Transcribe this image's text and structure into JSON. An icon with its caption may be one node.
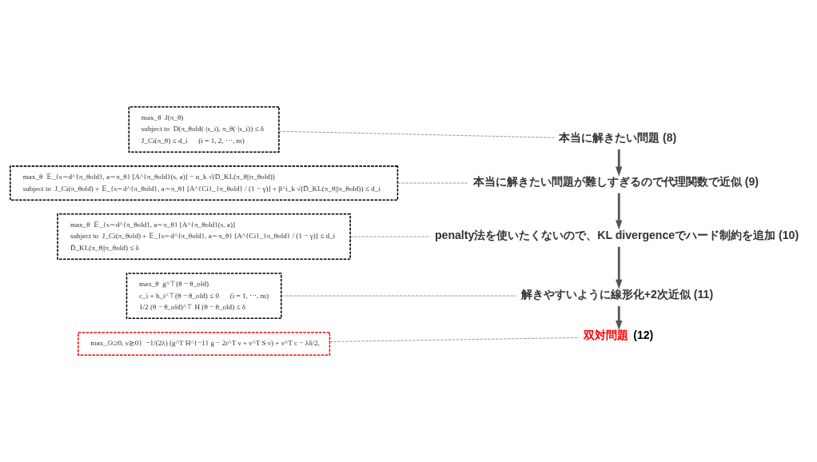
{
  "diagram": {
    "nodes": [
      {
        "text": [
          "max_θ  J(π_θ)",
          "subject to  D(π_θold(·|s_i), π_θ(·|s_i)) ≤ δ",
          "J_Ci(π_θ) ≤ d_i      (i = 1, 2, ⋯, m)"
        ]
      },
      {
        "text": [
          "本当に解きたい問題 (8)"
        ]
      },
      {
        "text": [
          "max_θ  𝔼_{s∼d^{π_θold}, a∼π_θ} [A^{π_θold}(s, a)] − α_k √(D̄_KL(π_θ||π_θold))",
          "subject to  J_Ci(π_θold) + 𝔼_{s∼d^{π_θold}, a∼π_θ} [A^{Ci}_{π_θold} / (1 − γ)] + β^i_k √(D̄_KL(π_θ||π_θold)) ≤ d_i"
        ]
      },
      {
        "text": [
          "本当に解きたい問題が難しすぎるので代理関数で近似 (9)"
        ]
      },
      {
        "text": [
          "max_θ  𝔼_{s∼d^{π_θold}, a∼π_θ} [A^{π_θold}(s, a)]",
          "subject to  J_Ci(π_θold) + 𝔼_{s∼d^{π_θold}, a∼π_θ} [A^{Ci}_{π_θold} / (1 − γ)] ≤ d_i",
          "D̄_KL(π_θ||π_θold) ≤ δ"
        ]
      },
      {
        "text": [
          "penalty法を使いたくないので、KL divergenceでハード制約を追加 (10)"
        ]
      },
      {
        "text": [
          "max_θ  g^⊤(θ − θ_old)",
          "c_i + b_i^⊤(θ − θ_old) ≤ 0      (i = 1, ⋯, m)",
          "1/2 (θ − θ_old)^⊤ H (θ − θ_old) ≤ δ"
        ]
      },
      {
        "text": [
          "解きやすいように線形化+2次近似 (11)"
        ]
      },
      {
        "text": [
          "max_{λ≥0, ν⪰0}  −1/(2λ) (g^T H^{−1} g − 2r^T ν + ν^T S ν) + ν^T c − λδ/2,"
        ]
      },
      {
        "text": [
          "双対問題",
          "(12)"
        ]
      }
    ],
    "edges": [
      {
        "from": 0,
        "to": 1,
        "arrow": "none",
        "style": "dashed",
        "color": "#888888"
      },
      {
        "from": 1,
        "to": 3,
        "arrow": "to",
        "style": "thick",
        "color": "#555555"
      },
      {
        "from": 2,
        "to": 3,
        "arrow": "none",
        "style": "dashed",
        "color": "#888888"
      },
      {
        "from": 3,
        "to": 5,
        "arrow": "to",
        "style": "thick",
        "color": "#555555"
      },
      {
        "from": 4,
        "to": 5,
        "arrow": "none",
        "style": "dashed",
        "color": "#888888"
      },
      {
        "from": 5,
        "to": 7,
        "arrow": "to",
        "style": "thick",
        "color": "#555555"
      },
      {
        "from": 6,
        "to": 7,
        "arrow": "none",
        "style": "dashed",
        "color": "#888888"
      },
      {
        "from": 7,
        "to": 9,
        "arrow": "to",
        "style": "thick",
        "color": "#555555"
      },
      {
        "from": 8,
        "to": 9,
        "arrow": "none",
        "style": "dashed",
        "color": "#888888"
      }
    ]
  }
}
